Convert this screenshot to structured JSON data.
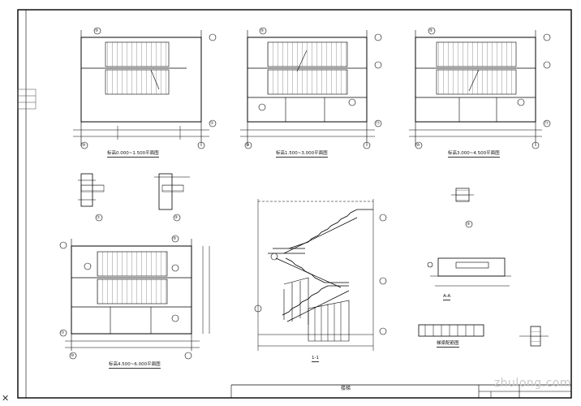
{
  "drawing": {
    "plans": [
      {
        "caption": "标高0.000~1.500平面图",
        "axis_top": "⑤",
        "axis_bottom": "⑩",
        "axis_right": "①"
      },
      {
        "caption": "标高1.500~3.000平面图",
        "axis_top": "⑤",
        "axis_bottom": "⑩",
        "axis_right": "⑪"
      },
      {
        "caption": "标高3.000~4.500平面图",
        "axis_top": "⑤",
        "axis_bottom": "⑩",
        "axis_right": "⑪"
      },
      {
        "caption": "标高4.500~6.000平面图",
        "axis_top": "⑤",
        "axis_bottom": "⑩",
        "axis_right": "①"
      }
    ],
    "details": [
      {
        "label": "①"
      },
      {
        "label": "②"
      },
      {
        "label": "③"
      }
    ],
    "section_caption": "1-1",
    "section_a_caption": "A-A",
    "beam_caption": "梯梁配筋图",
    "title_block_label": "楼梯",
    "watermark": "zhulong.com"
  }
}
